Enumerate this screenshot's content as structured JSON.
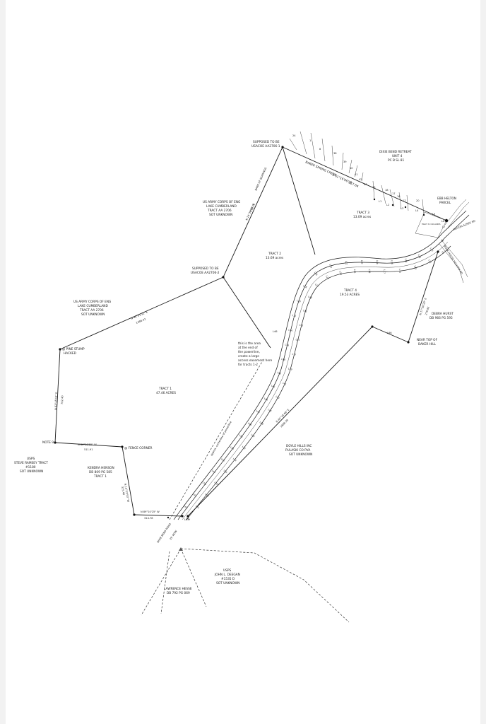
{
  "labels": {
    "supposed_top_1": "SUPPOSED TO BE",
    "supposed_top_2": "USACOE AA2706-1",
    "supposed_mid_1": "SUPPOSED TO BE",
    "supposed_mid_2": "USACOE AA2706-2",
    "baker_creek": "BAKER SPRING CREEK",
    "bearing_top": "S 61°16'06\" E",
    "dist_top": "857.64",
    "dixie_retreat": [
      "DIXIE BEND RETREAT",
      "UNIT 4",
      "PC B SL 81"
    ],
    "helton_parcel": [
      "EBB HELTON",
      "PARCEL"
    ],
    "helton_acres_rd": "HELTON ACRES RD",
    "rock_house_rd": "ROCK HOUSE HOLLOW RD",
    "tract3": [
      "TRACT 3",
      "13.09 acres"
    ],
    "tract2": [
      "TRACT 2",
      "13.69 acres"
    ],
    "tract4": [
      "TRACT 4",
      "19.53 ACRES"
    ],
    "tract1": [
      "TRACT 1",
      "47.46 ACRES"
    ],
    "corps_upper": [
      "US ARMY CORPS OF ENG",
      "LAKE CUMBERLAND",
      "TRACT AA 2706",
      "SOT UNKNOWN"
    ],
    "corps_upper_bearing": "N 14°36'06\" E",
    "corps_upper_dist": "738.10",
    "corps_lower": [
      "US ARMY CORPS OF ENG",
      "LAKE CUMBERLAND",
      "TRACT AA 2706",
      "SOT UNKNOWN"
    ],
    "corps_lower_bearing": "N 46°01'31\" E",
    "corps_lower_dist": "1486.32",
    "bank": "BANK OF BEARINGS",
    "pine_stump": [
      "@ PINE STUMP",
      "HACKED"
    ],
    "west_bearing": "N 02°15'13\" E",
    "west_dist": "702.40",
    "note_marker": "NOTE 9",
    "usps_ramsey": [
      "USPS",
      "STEVE RAMSEY TRACT",
      "#1180",
      "SOT UNKNOWN"
    ],
    "fence_bearing": "N 86°28'55\" W",
    "fence_dist": "511.91",
    "fence_corner": "@ FENCE CORNER",
    "kendra": [
      "KENDRA HENSON",
      "DB 809 PG 585",
      "TRACT 1"
    ],
    "kendra_bearing": "N 15°23'53\" W",
    "kendra_dist": "315.40",
    "south_bearing": "N 89°10'25\" W",
    "south_dist": "314.78",
    "note_area": [
      "this is the area",
      "at the end of",
      "the powerline,",
      "create a large",
      "access easement here",
      "for tracts 1-2"
    ],
    "powerline": "approx. centerline of powerline",
    "debra": [
      "DEBRA HURST",
      "DB 966 PG 595"
    ],
    "near_top": [
      "NEAR TOP OF",
      "BAKER HILL"
    ],
    "east_bearing": "N 17°30'20\" E",
    "east_dist": "278.92",
    "doyle": [
      "DOYLE HILLS INC",
      "PULASKI CO PVA",
      "SOT UNKNOWN"
    ],
    "doyle_bearing": "N 45°18'48\" E",
    "doyle_dist": "1688.39",
    "dixie_road": "DIXIE BEND ROAD",
    "row_width": "25' ROW",
    "usps_deegan": [
      "USPS",
      "JOHN L. DEEGAN",
      "#1535 D",
      "SOT UNKNOWN"
    ],
    "lawrence": [
      "LAWRENCE HESSE",
      "DB 792 PG 069"
    ],
    "l46": "L46",
    "l65": "L65",
    "l66": "L66",
    "tract_box": "TRACT 3 13.09 ACRES",
    "lot_numbers": [
      "24",
      "1",
      "8",
      "38",
      "39",
      "40",
      "41",
      "42",
      "43",
      "45",
      "18",
      "17",
      "16",
      "17",
      "20",
      "L1",
      "L2",
      "L3",
      "L4",
      "L5",
      "L6",
      "L7"
    ],
    "curve_labels": [
      "L8",
      "L9",
      "L10",
      "L11",
      "L12",
      "L13",
      "L14",
      "L15",
      "L16",
      "L17",
      "L18",
      "L19",
      "L20",
      "L21",
      "L22",
      "L23",
      "L24",
      "L25",
      "L26",
      "L27",
      "L28",
      "L29",
      "L30",
      "L31",
      "L32",
      "L33",
      "L34",
      "L35",
      "L36",
      "L37",
      "L38",
      "L39",
      "L40",
      "L41",
      "L42",
      "L43",
      "L44",
      "L45",
      "L47",
      "L48",
      "L49",
      "L50",
      "L51",
      "L52",
      "L53",
      "L54",
      "L55",
      "L56",
      "L57",
      "L58",
      "L59",
      "L60",
      "L61",
      "L62",
      "L63",
      "L64"
    ]
  }
}
